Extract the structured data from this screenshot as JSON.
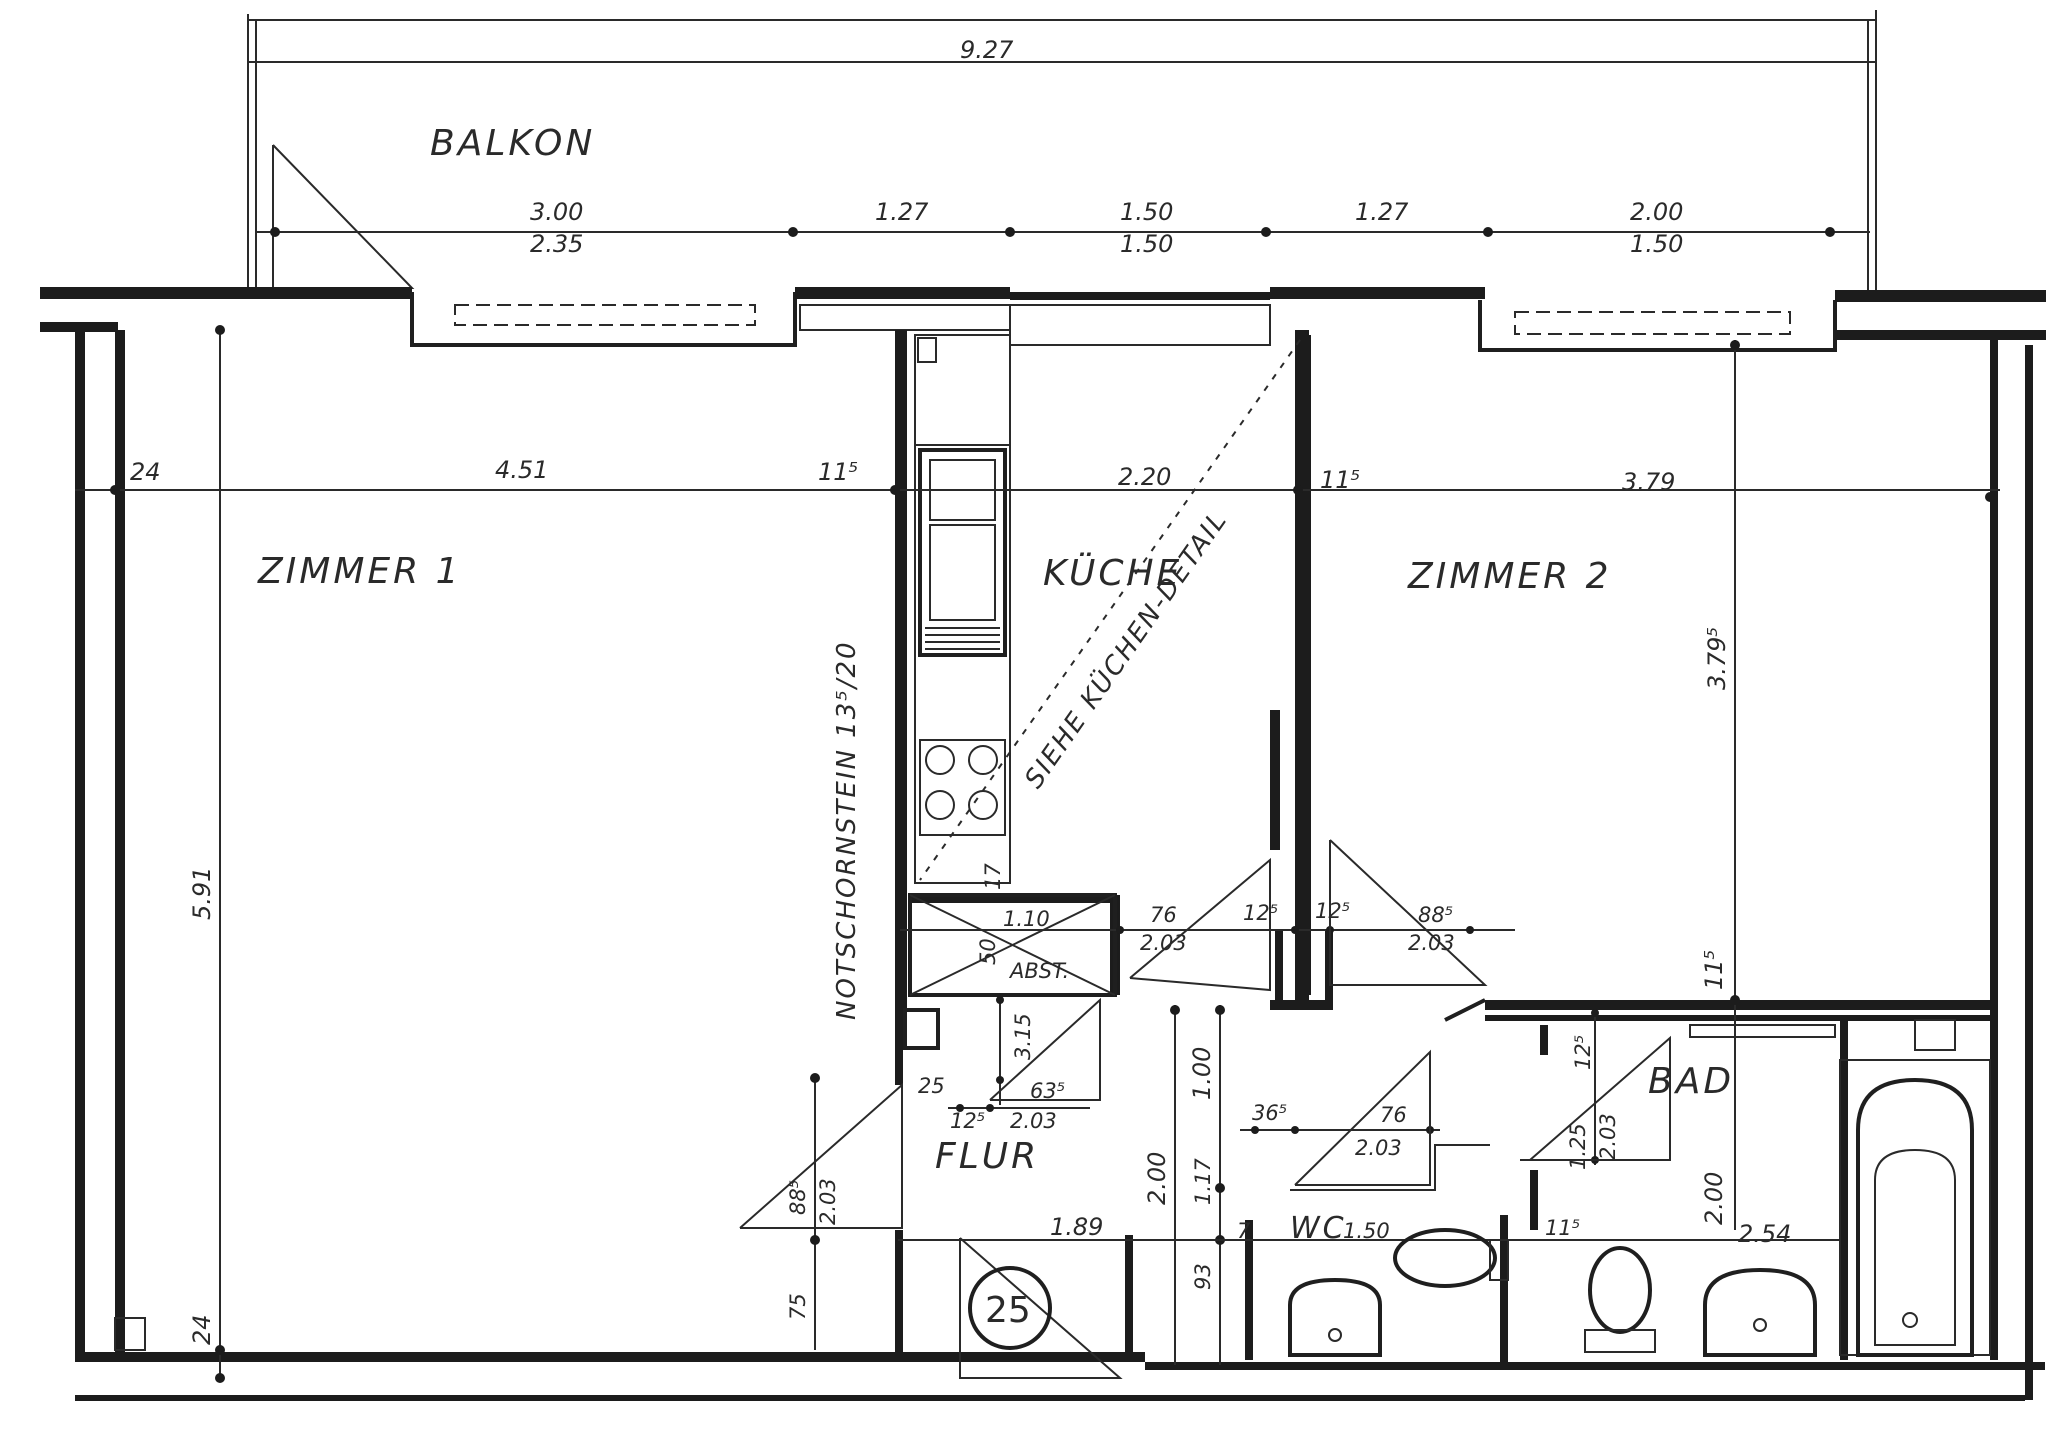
{
  "rooms": {
    "balcony": "BALKON",
    "room1": "ZIMMER 1",
    "kitchen": "KÜCHE",
    "room2": "ZIMMER 2",
    "hall": "FLUR",
    "bath": "BAD",
    "wc": "WC",
    "chimney": "NOTSCHORNSTEIN 13⁵/20",
    "kitchen_note": "SIEHE KÜCHEN-DETAIL",
    "shaft": "ABST.",
    "unit_no": "25"
  },
  "dims": {
    "balcony_width": "9.27",
    "seg1_top": "3.00",
    "seg1_bot": "2.35",
    "seg2": "1.27",
    "seg3_top": "1.50",
    "seg3_bot": "1.50",
    "seg4": "1.27",
    "seg5_top": "2.00",
    "seg5_bot": "1.50",
    "wall_left": "24",
    "room1_width": "4.51",
    "wall_k1": "11⁵",
    "kitchen_width": "2.20",
    "wall_k2": "11⁵",
    "room2_width": "3.79",
    "room1_depth": "5.91",
    "room2_depth": "3.79⁵",
    "room2_wall": "11⁵",
    "wall_bottom": "24",
    "k_17": "17",
    "k_110": "1.10",
    "k_50": "50",
    "k_76a": "76",
    "k_203a": "2.03",
    "w_125a": "12⁵",
    "w_125b": "12⁵",
    "d_885a": "88⁵",
    "d_203b": "2.03",
    "h_315": "3.15",
    "h_25": "25",
    "h_635": "63⁵",
    "h_125c": "12⁵",
    "h_203c": "2.03",
    "f_100": "1.00",
    "f_200": "2.00",
    "f_117": "1.17",
    "f_7": "7",
    "f_93": "93",
    "f_75": "75",
    "f_885": "88⁵",
    "f_203d": "2.03",
    "f_189": "1.89",
    "wc_365": "36⁵",
    "wc_76": "76",
    "wc_203": "2.03",
    "wc_150": "1.50",
    "b_125": "12⁵",
    "b_115": "11⁵",
    "b_203": "2.03",
    "b_125d": "1.25",
    "b_200": "2.00",
    "b_254": "2.54"
  }
}
